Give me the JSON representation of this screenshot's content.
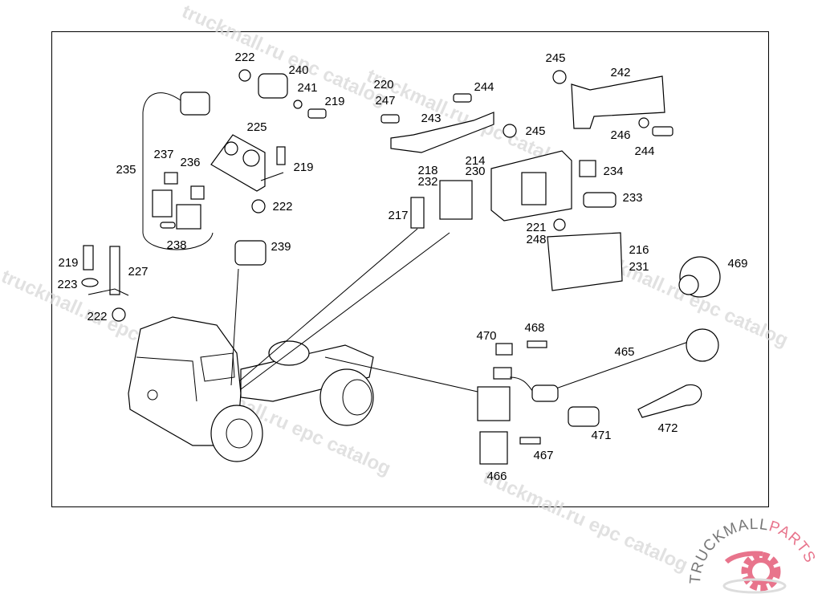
{
  "diagram": {
    "watermark": "truckmall.ru epc catalog",
    "callouts": [
      "222",
      "240",
      "241",
      "219",
      "225",
      "219",
      "222",
      "235",
      "237",
      "236",
      "238",
      "239",
      "219",
      "227",
      "223",
      "222",
      "220",
      "247",
      "243",
      "244",
      "245",
      "245",
      "242",
      "246",
      "244",
      "214",
      "230",
      "218",
      "232",
      "234",
      "233",
      "217",
      "221",
      "248",
      "216",
      "231",
      "469",
      "470",
      "468",
      "465",
      "471",
      "472",
      "467",
      "466"
    ]
  },
  "logo": {
    "part1": "TRUCKMALL",
    "part2": "PARTS",
    "colors": {
      "grey": "#777777",
      "pink": "#e8748c"
    }
  }
}
